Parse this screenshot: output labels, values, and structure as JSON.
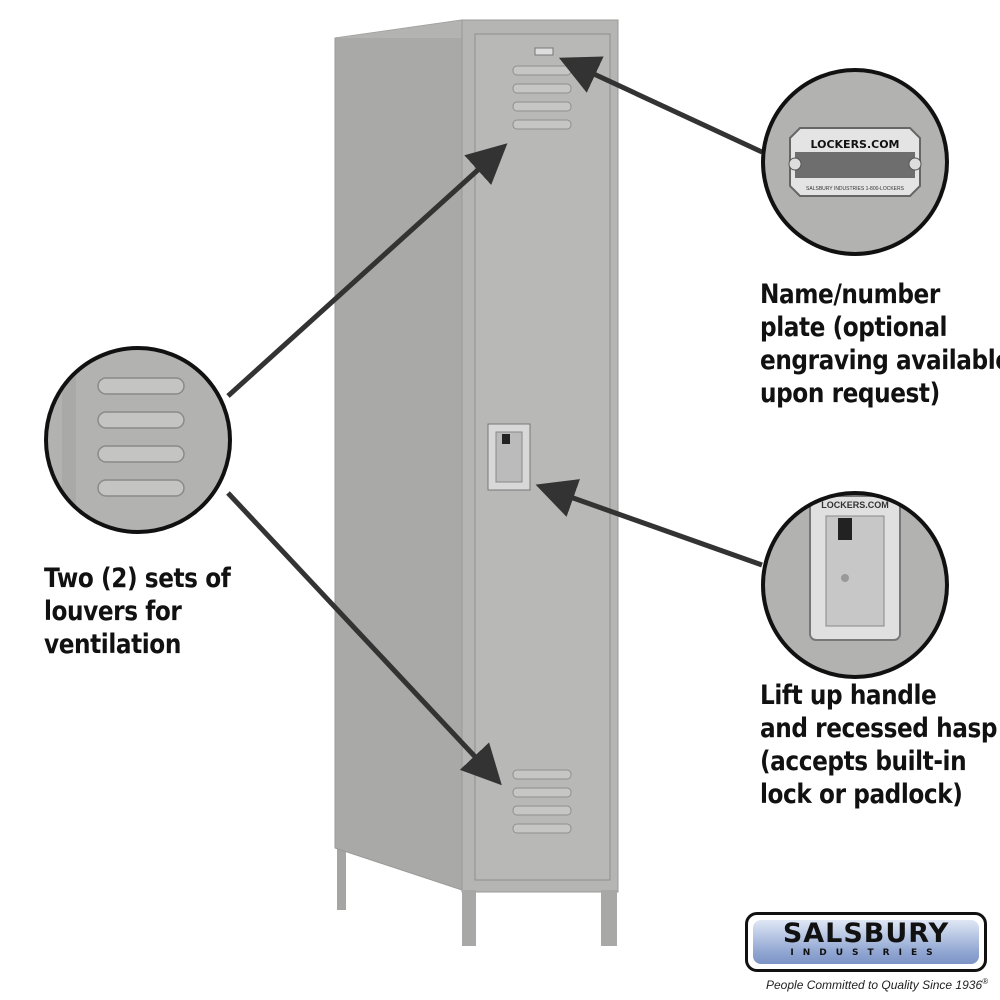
{
  "callouts": {
    "louvers": {
      "lines": [
        "Two (2) sets of",
        "louvers for",
        "ventilation"
      ]
    },
    "name_plate": {
      "lines": [
        "Name/number",
        "plate (optional",
        "engraving available",
        "upon request)"
      ],
      "plate_title": "LOCKERS.COM",
      "plate_footer": "SALSBURY INDUSTRIES    1-800-LOCKERS"
    },
    "handle": {
      "lines": [
        "Lift up handle",
        "and recessed hasp",
        "(accepts built-in",
        "lock or padlock)"
      ],
      "handle_label": "LOCKERS.COM"
    }
  },
  "brand": {
    "name": "SALSBURY",
    "sub": "INDUSTRIES",
    "tagline": "People Committed to Quality Since 1936",
    "reg": "®"
  },
  "colors": {
    "locker": "#b3b3b1",
    "locker_side": "#a9a9a7",
    "outline": "#111111",
    "logo_blue": "#93a8d3"
  }
}
